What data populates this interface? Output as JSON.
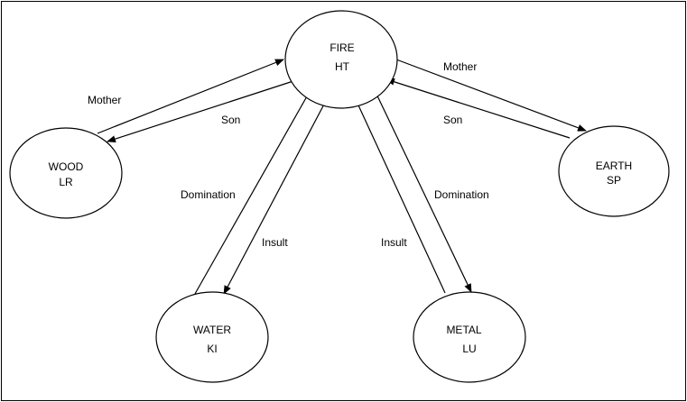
{
  "nodes": [
    {
      "id": "fire",
      "name": "FIRE",
      "sub": "HT"
    },
    {
      "id": "wood",
      "name": "WOOD",
      "sub": "LR"
    },
    {
      "id": "earth",
      "name": "EARTH",
      "sub": "SP"
    },
    {
      "id": "water",
      "name": "WATER",
      "sub": "KI"
    },
    {
      "id": "metal",
      "name": "METAL",
      "sub": "LU"
    }
  ],
  "edges": [
    {
      "from": "wood",
      "to": "fire",
      "label": "Mother"
    },
    {
      "from": "fire",
      "to": "wood",
      "label": "Son"
    },
    {
      "from": "fire",
      "to": "earth",
      "label": "Mother"
    },
    {
      "from": "earth",
      "to": "fire",
      "label": "Son"
    },
    {
      "from": "water",
      "to": "fire",
      "label": "Domination"
    },
    {
      "from": "fire",
      "to": "water",
      "label": "Insult"
    },
    {
      "from": "metal",
      "to": "fire",
      "label": "Insult"
    },
    {
      "from": "fire",
      "to": "metal",
      "label": "Domination"
    }
  ]
}
